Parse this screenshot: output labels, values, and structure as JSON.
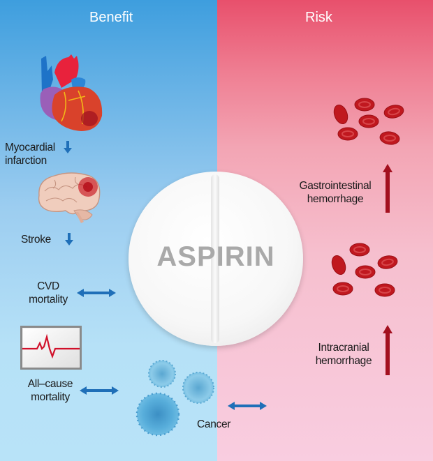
{
  "headers": {
    "benefit": "Benefit",
    "risk": "Risk"
  },
  "center": {
    "label": "ASPIRIN"
  },
  "benefit_items": [
    {
      "label_line1": "Myocardial",
      "label_line2": "infarction",
      "effect": "decrease",
      "icon": "heart-icon"
    },
    {
      "label_line1": "Stroke",
      "effect": "decrease",
      "icon": "brain-icon"
    },
    {
      "label_line1": "CVD",
      "label_line2": "mortality",
      "effect": "no-change"
    },
    {
      "label_line1": "All–cause",
      "label_line2": "mortality",
      "effect": "no-change",
      "icon": "ecg-monitor-icon"
    },
    {
      "label_line1": "Cancer",
      "effect": "no-change",
      "icon": "cancer-cells-icon"
    }
  ],
  "risk_items": [
    {
      "label_line1": "Gastrointestinal",
      "label_line2": "hemorrhage",
      "effect": "increase",
      "icon": "red-blood-cells-icon"
    },
    {
      "label_line1": "Intracranial",
      "label_line2": "hemorrhage",
      "effect": "increase",
      "icon": "red-blood-cells-icon"
    }
  ],
  "colors": {
    "benefit_top": "#3e9ede",
    "benefit_bottom": "#b8e3f8",
    "risk_top": "#e8506c",
    "risk_bottom": "#f9cde0",
    "blue_arrow": "#1f6fb8",
    "red_arrow": "#a3101f",
    "pill_text": "#a9a9a9"
  }
}
